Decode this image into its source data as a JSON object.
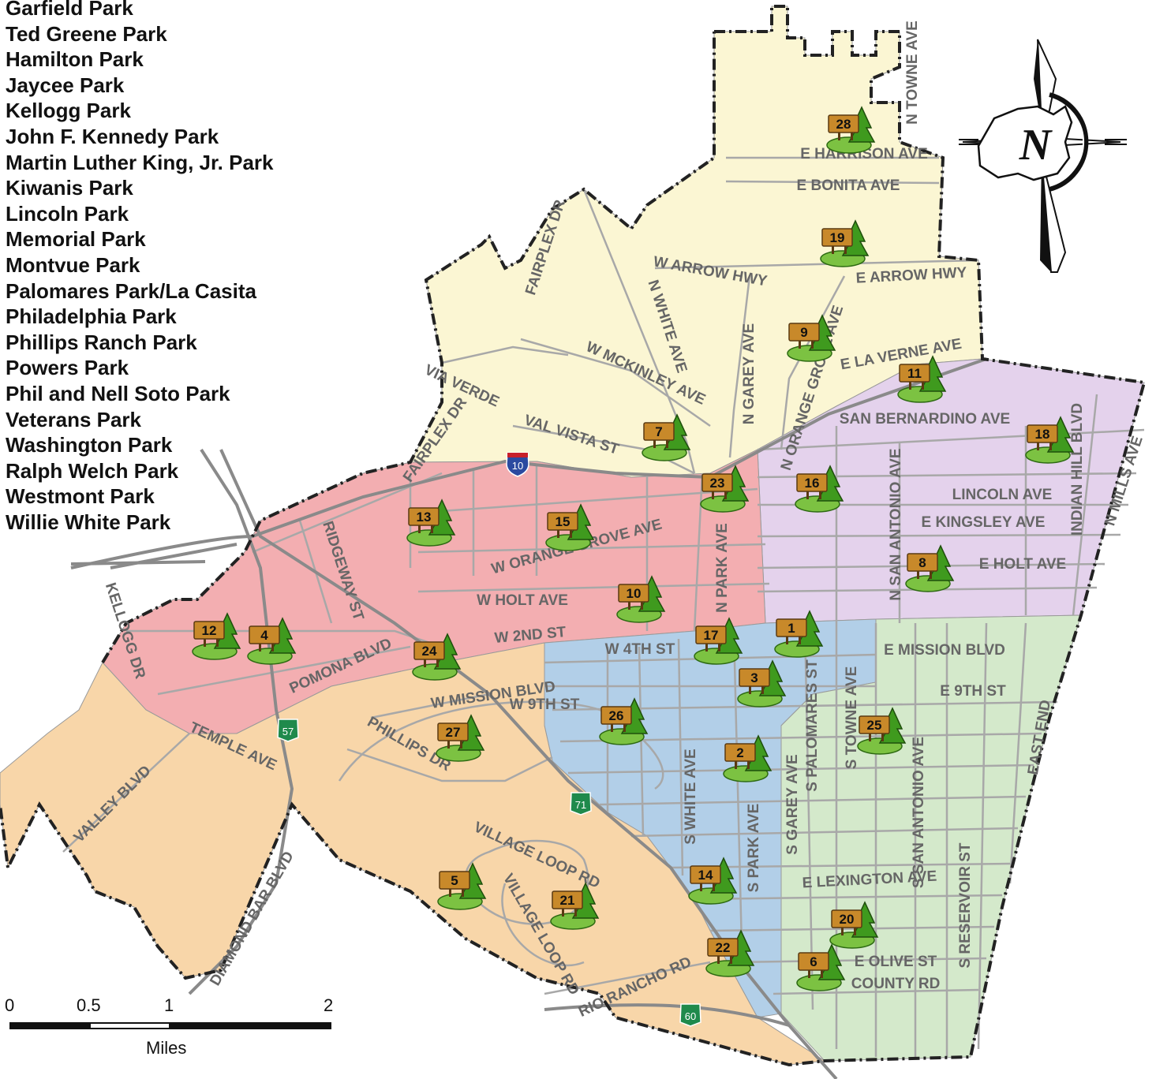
{
  "legend": {
    "parks": [
      "Garfield Park",
      "Ted Greene Park",
      "Hamilton Park",
      "Jaycee Park",
      "Kellogg Park",
      "John F. Kennedy Park",
      "Martin Luther King, Jr. Park",
      "Kiwanis Park",
      "Lincoln Park",
      "Memorial Park",
      "Montvue Park",
      "Palomares Park/La Casita",
      "Philadelphia Park",
      "Phillips Ranch Park",
      "Powers Park",
      "Phil and Nell Soto Park",
      "Veterans Park",
      "Washington Park",
      "Ralph Welch Park",
      "Westmont Park",
      "Willie White Park"
    ]
  },
  "scale_bar": {
    "ticks": [
      "0",
      "0.5",
      "1",
      "2"
    ],
    "units": "Miles"
  },
  "compass": {
    "letter": "N"
  },
  "colors": {
    "north_zone": "#fbf6d3",
    "central_zone": "#f3aeb1",
    "east_zone": "#e4d2ec",
    "south_zone": "#f8d6a9",
    "downtown_zone": "#b2cfe8",
    "southeast_zone": "#d4e9cb",
    "street": "#a8a8a8",
    "freeway": "#8a8a8a",
    "boundary": "#222222",
    "park_sign": "#c8892a",
    "park_tree": "#3f9a1e",
    "park_hill": "#7cc242",
    "highway_shield": "#1f8a4c",
    "interstate_shield": "#2b4aa0"
  },
  "streets": [
    "N TOWNE AVE",
    "E HARRISON AVE",
    "E BONITA AVE",
    "W ARROW HWY",
    "E ARROW HWY",
    "FAIRPLEX DR",
    "N WHITE AVE",
    "N GAREY AVE",
    "N ORANGE GROVE AVE",
    "W MCKINLEY AVE",
    "E LA VERNE AVE",
    "VIA VERDE",
    "FAIRPLEX DR",
    "VAL VISTA ST",
    "SAN BERNARDINO AVE",
    "INDIAN HILL BLVD",
    "N MILLS AVE",
    "LINCOLN AVE",
    "E KINGSLEY AVE",
    "N SAN ANTONIO AVE",
    "E HOLT AVE",
    "W ORANGE GROVE AVE",
    "N PARK AVE",
    "RIDGEWAY ST",
    "W HOLT AVE",
    "KELLOGG DR",
    "W 2ND ST",
    "POMONA BLVD",
    "W 4TH ST",
    "E MISSION BLVD",
    "W MISSION BLVD",
    "W 9TH ST",
    "E 9TH ST",
    "S PALOMARES ST",
    "S TOWNE AVE",
    "PHILLIPS DR",
    "TEMPLE AVE",
    "S WHITE AVE",
    "S GAREY AVE",
    "S SAN ANTONIO AVE",
    "EAST END",
    "VALLEY BLVD",
    "DIAMOND BAR BLVD",
    "VILLAGE LOOP RD",
    "VILLAGE LOOP RD",
    "S PARK AVE",
    "E LEXINGTON AVE",
    "S RESERVOIR ST",
    "E OLIVE ST",
    "COUNTY RD",
    "RIO RANCHO RD"
  ],
  "highway_shields": [
    "10",
    "57",
    "71",
    "60"
  ],
  "parks_on_map": [
    "28",
    "19",
    "9",
    "11",
    "7",
    "18",
    "16",
    "23",
    "13",
    "15",
    "8",
    "10",
    "1",
    "17",
    "12",
    "4",
    "24",
    "3",
    "26",
    "27",
    "25",
    "2",
    "14",
    "5",
    "21",
    "20",
    "22",
    "6"
  ]
}
